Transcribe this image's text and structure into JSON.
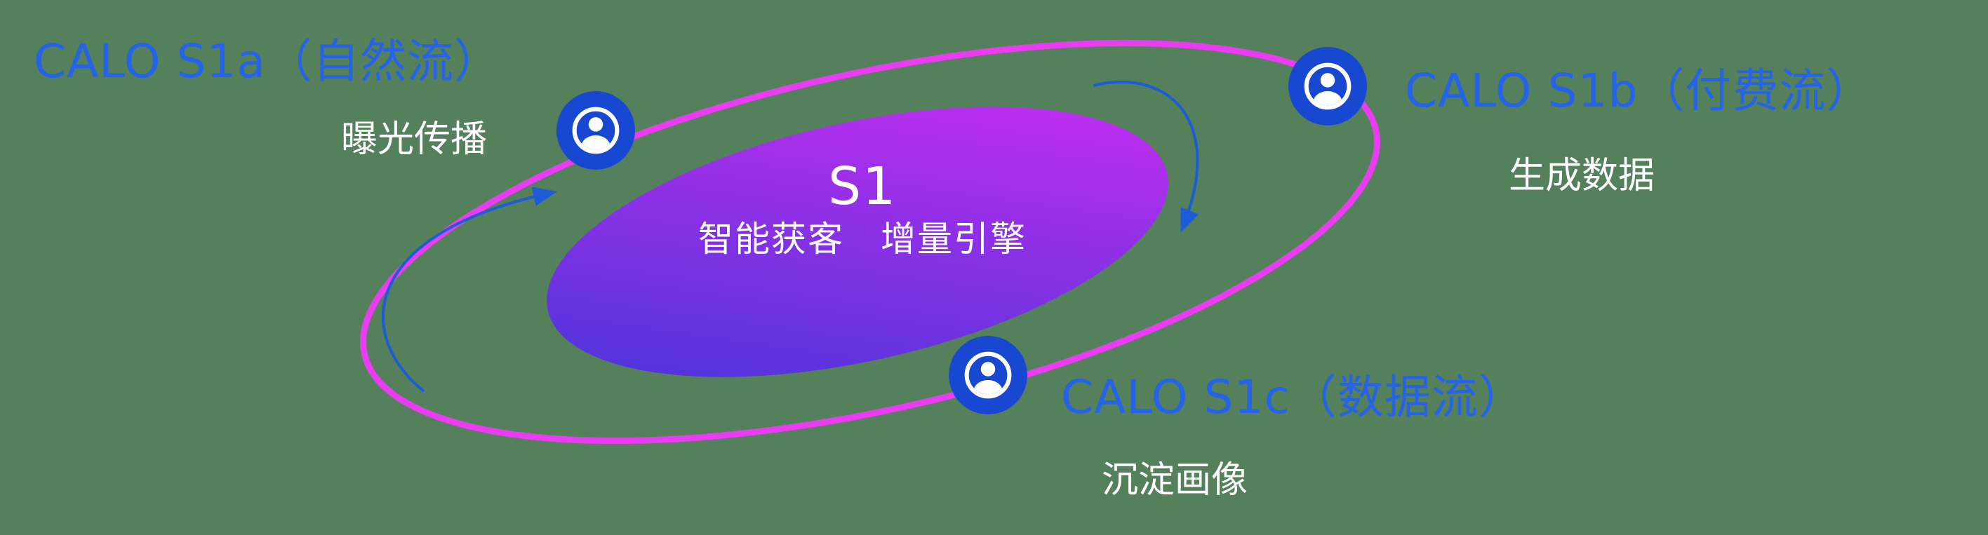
{
  "canvas": {
    "background": "#54805c"
  },
  "core": {
    "title": "S1",
    "subtitle": "智能获客　增量引擎"
  },
  "nodes": [
    {
      "id": "s1a",
      "label": "CALO S1a（自然流）",
      "sublabel": "曝光传播",
      "icon": "user-circle-icon"
    },
    {
      "id": "s1b",
      "label": "CALO S1b（付费流）",
      "sublabel": "生成数据",
      "icon": "user-circle-icon"
    },
    {
      "id": "s1c",
      "label": "CALO S1c（数据流）",
      "sublabel": "沉淀画像",
      "icon": "user-circle-icon"
    }
  ],
  "colors": {
    "label_blue": "#2563e8",
    "orbit_magenta": "#e83df0",
    "core_gradient_start": "#3f35d8",
    "core_gradient_end": "#d02df2",
    "icon_blue": "#1847d2",
    "arrow_blue": "#1e5bd6",
    "text_white": "#ffffff"
  }
}
